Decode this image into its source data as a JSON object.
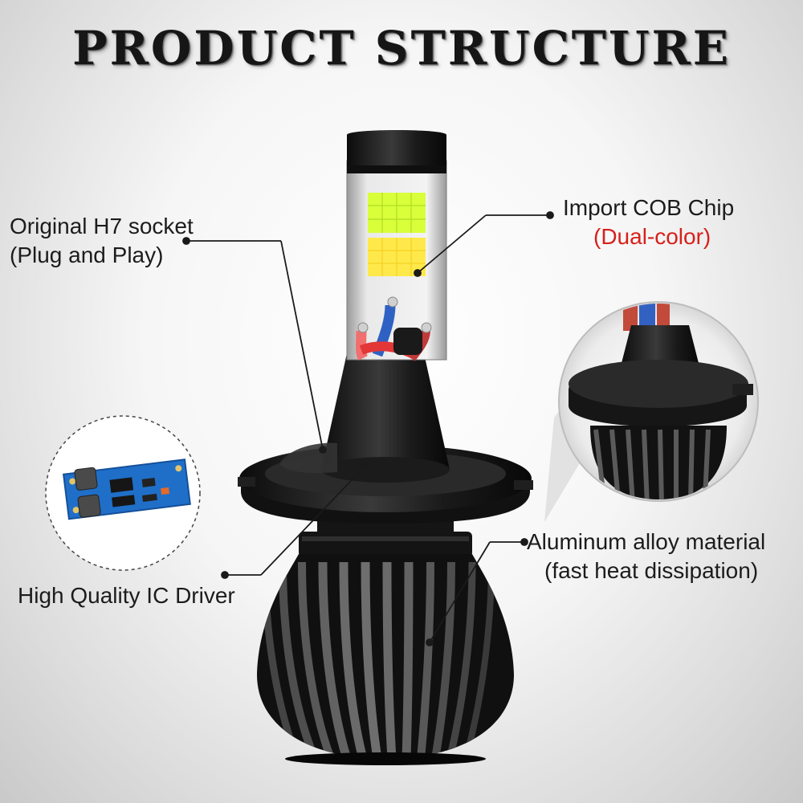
{
  "title": "PRODUCT STRUCTURE",
  "labels": {
    "socket": {
      "line1": "Original H7 socket",
      "line2": "(Plug and Play)"
    },
    "cob_chip": {
      "line1": "Import COB Chip",
      "line2": "(Dual-color)"
    },
    "ic_driver": {
      "line1": "High Quality IC Driver"
    },
    "aluminum": {
      "line1": "Aluminum alloy material",
      "line2": "(fast heat dissipation)"
    }
  },
  "colors": {
    "highlight_text": "#d6201b",
    "chip_green": "#d8ff3a",
    "chip_yellow": "#ffe94a",
    "body_black": "#1b1b1b",
    "pcb_blue": "#1f6fc9"
  }
}
